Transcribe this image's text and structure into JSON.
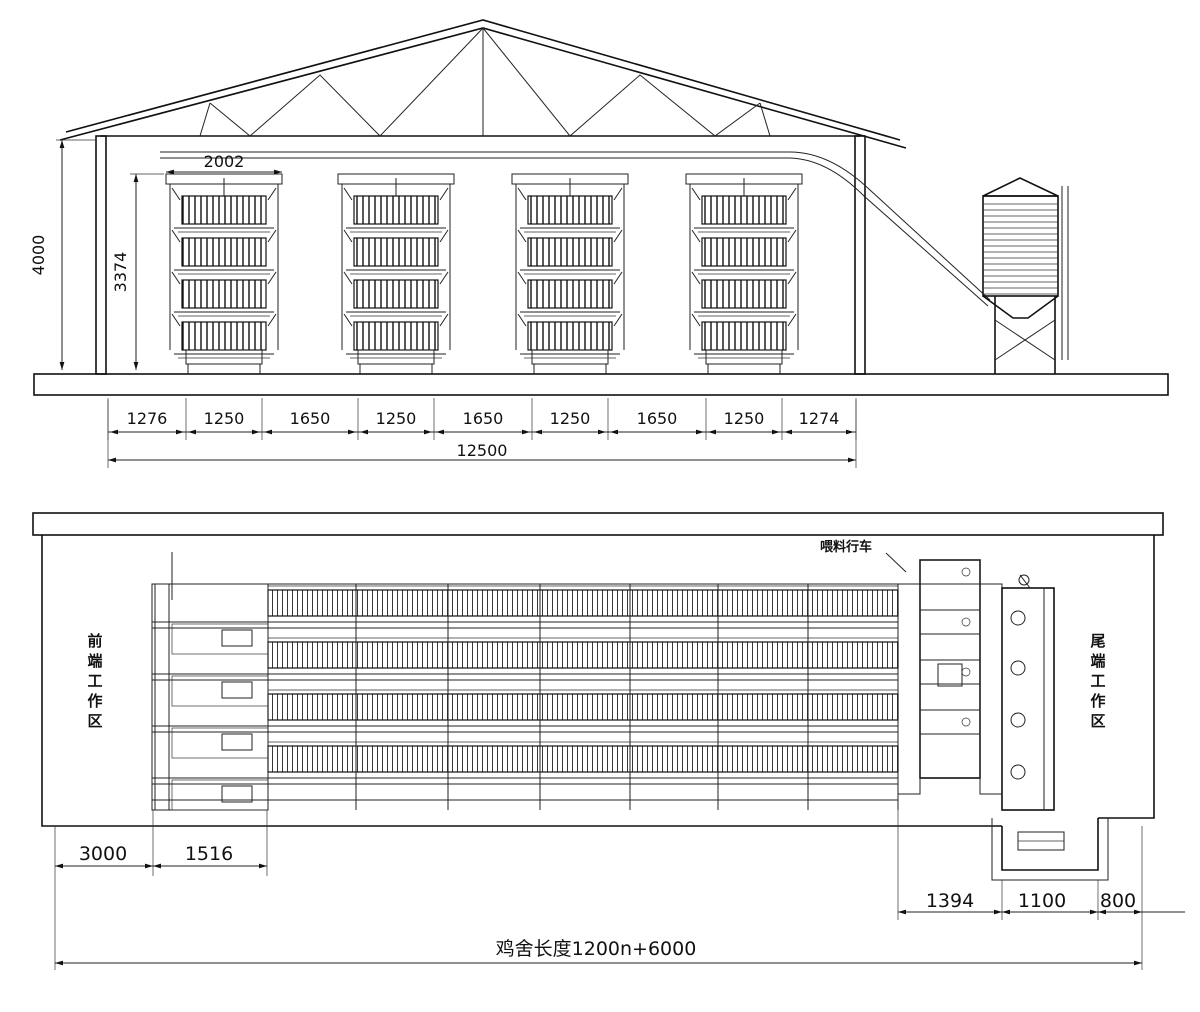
{
  "elevation": {
    "house_height": "4000",
    "cage_height": "3374",
    "cage_width": "2002",
    "segments": [
      "1276",
      "1250",
      "1650",
      "1250",
      "1650",
      "1250",
      "1650",
      "1250",
      "1274"
    ],
    "total_width": "12500",
    "cage_unit_count": 4
  },
  "plan": {
    "front_label": [
      "前",
      "端",
      "工",
      "作",
      "区"
    ],
    "rear_label": [
      "尾",
      "端",
      "工",
      "作",
      "区"
    ],
    "feeder_label": "喂料行车",
    "dim_front_area": "3000",
    "dim_front_unit": "1516",
    "dim_rear_unit": "1394",
    "dim_rear_pit": "1100",
    "dim_rear_gap": "800",
    "total_length": "鸡舍长度1200n+6000"
  }
}
